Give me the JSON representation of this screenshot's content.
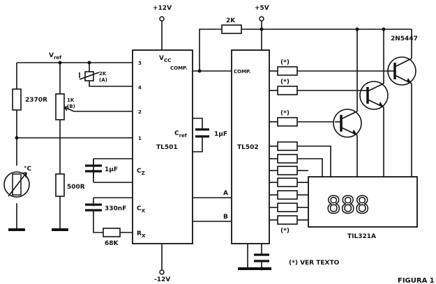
{
  "supplies": {
    "plus12": "+12V",
    "plus5": "+5V",
    "minus12": "-12V"
  },
  "vref": {
    "main": "V",
    "sub": "ref"
  },
  "tl501": {
    "name": "TL501",
    "vcc": "V",
    "vcc_sub": "CC",
    "comp": "COMP.",
    "cref": "C",
    "cref_sub": "ref",
    "cz": "C",
    "cz_sub": "Z",
    "cx": "C",
    "cx_sub": "X",
    "rx": "R",
    "rx_sub": "X",
    "a": "A",
    "b": "B",
    "pins": [
      "3",
      "4",
      "2",
      "1"
    ]
  },
  "tl502": {
    "name": "TL502",
    "comp": "COMP."
  },
  "components": {
    "r2370": "2370R",
    "pot1k_a": "1K",
    "pot1k_b": "(B)",
    "pot2k_a": "2K",
    "pot2k_b": "(A)",
    "r500": "500R",
    "r2k": "2K",
    "cref_val": "1µF",
    "cz_val": "1µF",
    "cx_val": "330nF",
    "r68k": "68K",
    "sensor": "°C",
    "transistor": "2N5447"
  },
  "marks": [
    "(*)",
    "(*)",
    "(*)",
    "(*)"
  ],
  "display": {
    "digits": "888",
    "name": "TIL321A"
  },
  "note": "(*) VER TEXTO",
  "figure": "FIGURA 1"
}
